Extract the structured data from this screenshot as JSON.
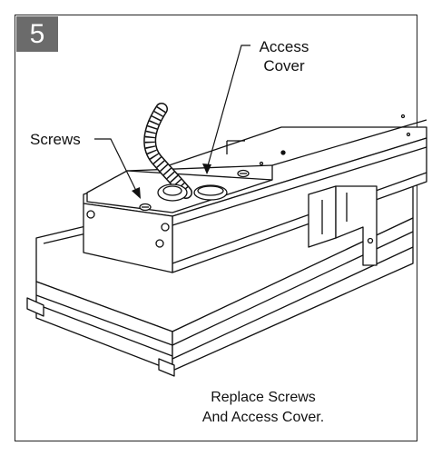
{
  "step": {
    "number": "5"
  },
  "callouts": {
    "access_cover": {
      "line1": "Access",
      "line2": "Cover"
    },
    "screws": "Screws"
  },
  "caption": {
    "line1": "Replace Screws",
    "line2": "And Access Cover."
  },
  "colors": {
    "badge": "#6b6b6b",
    "line": "#111111",
    "fill": "#ffffff"
  }
}
